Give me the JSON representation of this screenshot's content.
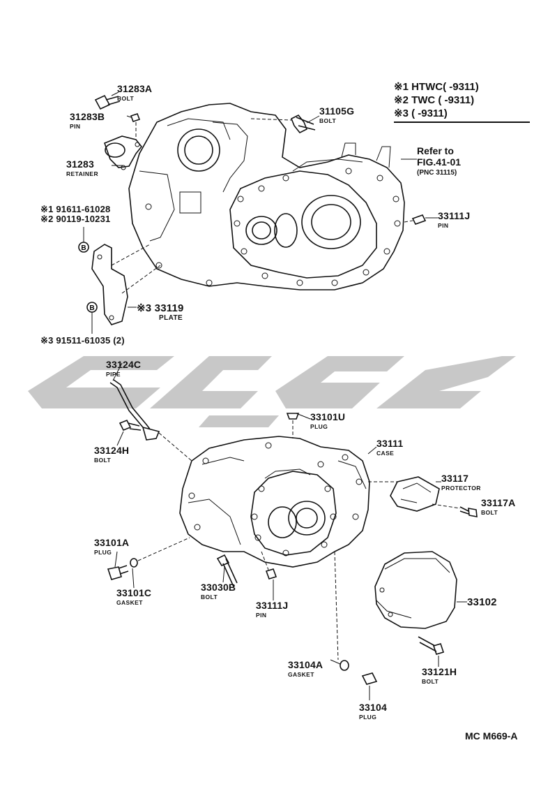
{
  "legend": {
    "row1": "※1 HTWC(        -9311)",
    "row2": "※2 TWC  (        -9311)",
    "row3": "※3 (        -9311)"
  },
  "reference": {
    "line1": "Refer to",
    "line2": "FIG.41-01",
    "line3": "(PNC 31115)"
  },
  "parts": {
    "p31283A": {
      "number": "31283A",
      "name": "BOLT"
    },
    "p31283B": {
      "number": "31283B",
      "name": "PIN"
    },
    "p31283": {
      "number": "31283",
      "name": "RETAINER"
    },
    "p31105G": {
      "number": "31105G",
      "name": "BOLT"
    },
    "p33111J_top": {
      "number": "33111J",
      "name": "PIN"
    },
    "p91611": {
      "number": "※1 91611-61028"
    },
    "p90119": {
      "number": "※2 90119-10231"
    },
    "p33119": {
      "number": "※3 33119",
      "name": "PLATE"
    },
    "p91511": {
      "number": "※3 91511-61035 (2)"
    },
    "p33124C": {
      "number": "33124C",
      "name": "PIPE"
    },
    "p33124H": {
      "number": "33124H",
      "name": "BOLT"
    },
    "p33101U": {
      "number": "33101U",
      "name": "PLUG"
    },
    "p33111": {
      "number": "33111",
      "name": "CASE"
    },
    "p33117": {
      "number": "33117",
      "name": "PROTECTOR"
    },
    "p33117A": {
      "number": "33117A",
      "name": "BOLT"
    },
    "p33101A": {
      "number": "33101A",
      "name": "PLUG"
    },
    "p33101C": {
      "number": "33101C",
      "name": "GASKET"
    },
    "p33030B": {
      "number": "33030B",
      "name": "BOLT"
    },
    "p33111J_bottom": {
      "number": "33111J",
      "name": "PIN"
    },
    "p33102": {
      "number": "33102"
    },
    "p33121H": {
      "number": "33121H",
      "name": "BOLT"
    },
    "p33104A": {
      "number": "33104A",
      "name": "GASKET"
    },
    "p33104": {
      "number": "33104",
      "name": "PLUG"
    }
  },
  "markers": {
    "b": "B"
  },
  "figure_code": "MC M669-A",
  "colors": {
    "line": "#111111",
    "watermark": "#c8c8c8",
    "background": "#ffffff"
  }
}
